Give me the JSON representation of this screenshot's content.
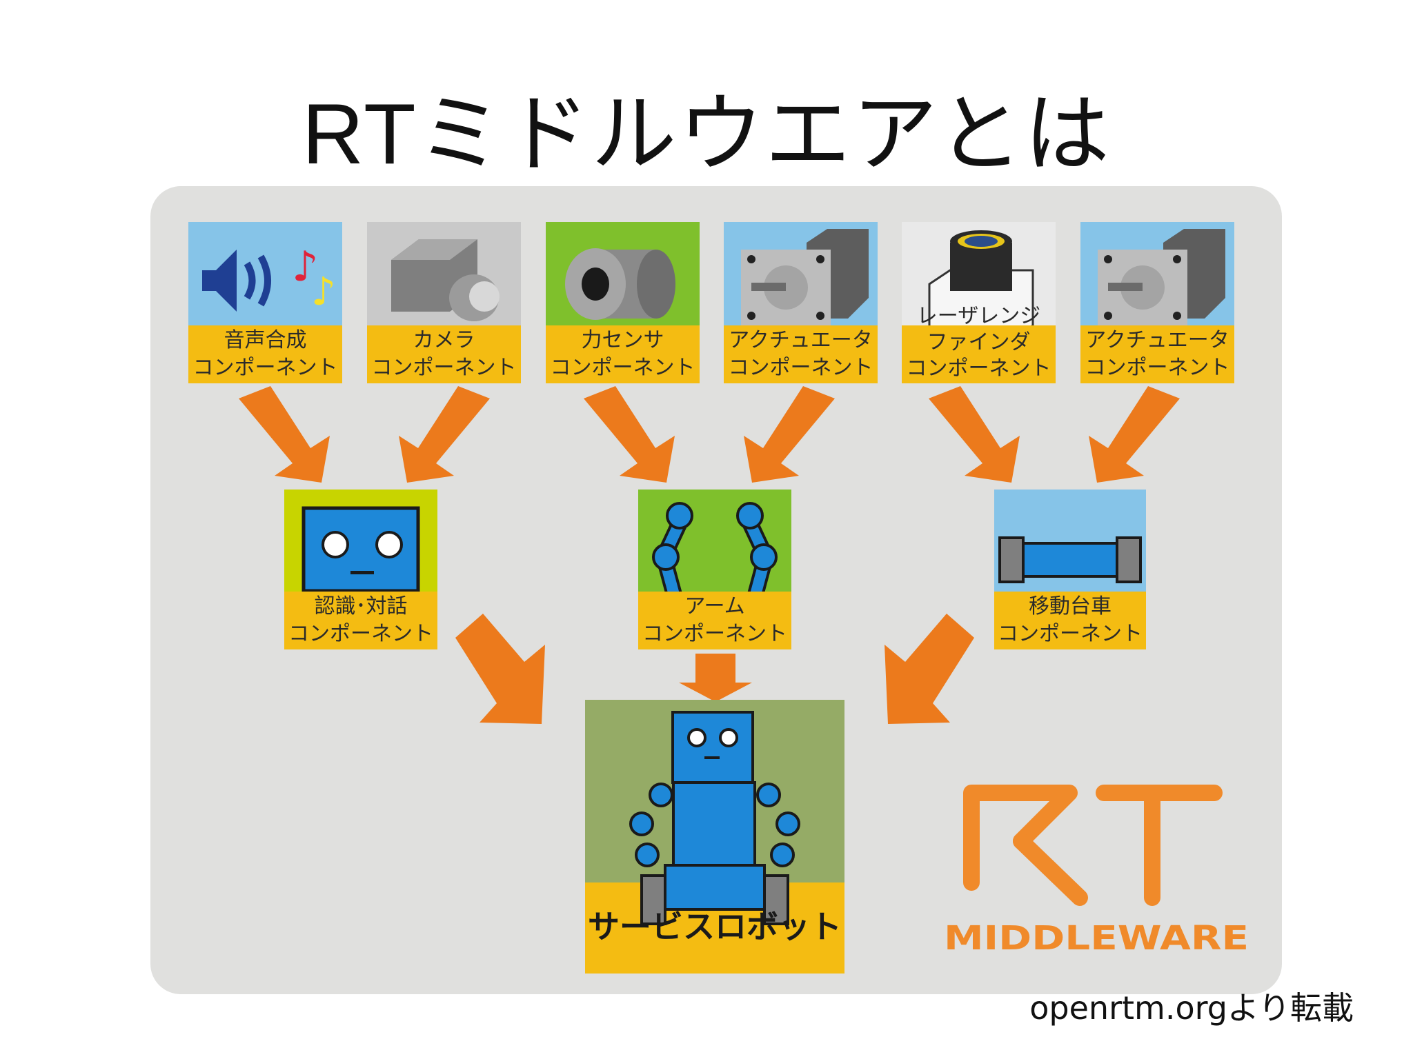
{
  "slide": {
    "title_latin": "RT",
    "title_jp": "ミドルウエアとは",
    "credit_latin": "openrtm.org",
    "credit_jp": "より転載"
  },
  "components": [
    {
      "line1": "音声合成",
      "line2": "コンポーネント",
      "icon": "speaker-music-icon",
      "bg": "#86c4e8"
    },
    {
      "line1": "カメラ",
      "line2": "コンポーネント",
      "icon": "camera-icon",
      "bg": "#c9c9c9"
    },
    {
      "line1": "力センサ",
      "line2": "コンポーネント",
      "icon": "force-sensor-icon",
      "bg": "#7fc02c"
    },
    {
      "line1": "アクチュエータ",
      "line2": "コンポーネント",
      "icon": "motor-icon",
      "bg": "#86c4e8"
    },
    {
      "line1": "レーザレンジ",
      "line1b": "ファインダ",
      "line2": "コンポーネント",
      "icon": "laser-range-finder-icon",
      "bg": "#e9e9e9"
    },
    {
      "line1": "アクチュエータ",
      "line2": "コンポーネント",
      "icon": "motor-icon",
      "bg": "#86c4e8"
    }
  ],
  "mid_components": [
    {
      "line1": "認識･対話",
      "line2": "コンポーネント",
      "icon": "robot-face-icon",
      "bg": "#c8d400"
    },
    {
      "line1": "アーム",
      "line2": "コンポーネント",
      "icon": "robot-arms-icon",
      "bg": "#7fc02c"
    },
    {
      "line1": "移動台車",
      "line2": "コンポーネント",
      "icon": "mobile-base-icon",
      "bg": "#86c4e8"
    }
  ],
  "result": {
    "label": "サービスロボット",
    "icon": "service-robot-icon",
    "bg": "#95ab66"
  },
  "logo": {
    "letters": "RT",
    "word": "MIDDLEWARE",
    "color": "#f08a2a"
  },
  "colors": {
    "arrow": "#ec7a1c",
    "strip": "#f4bc12",
    "panel": "#e0e0de",
    "robot_blue": "#1e88d8"
  }
}
